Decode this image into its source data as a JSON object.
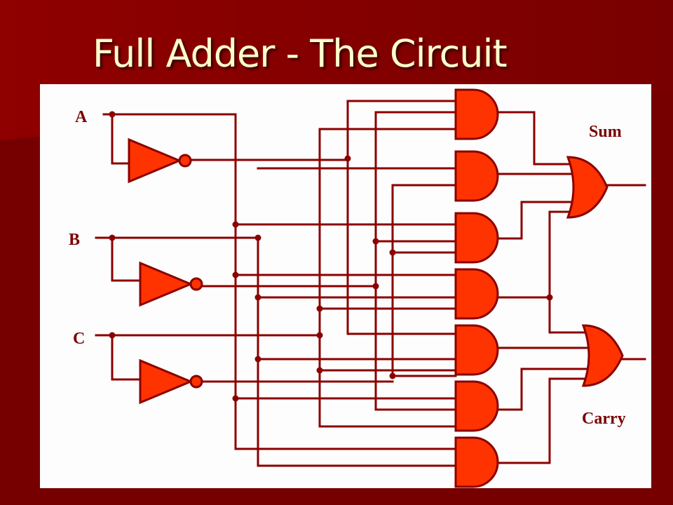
{
  "slide": {
    "title": "Full Adder - The Circuit"
  },
  "colors": {
    "background": "#7a0000",
    "panel": "#fdfdfd",
    "wire": "#8b0000",
    "gate_fill": "#ff3300",
    "title_text": "#ffffcc"
  },
  "diagram": {
    "inputs": [
      {
        "label": "A"
      },
      {
        "label": "B"
      },
      {
        "label": "C"
      }
    ],
    "outputs": [
      {
        "label": "Sum"
      },
      {
        "label": "Carry"
      }
    ],
    "gates": {
      "not_count": 3,
      "and_count": 7,
      "or_count": 2
    }
  }
}
